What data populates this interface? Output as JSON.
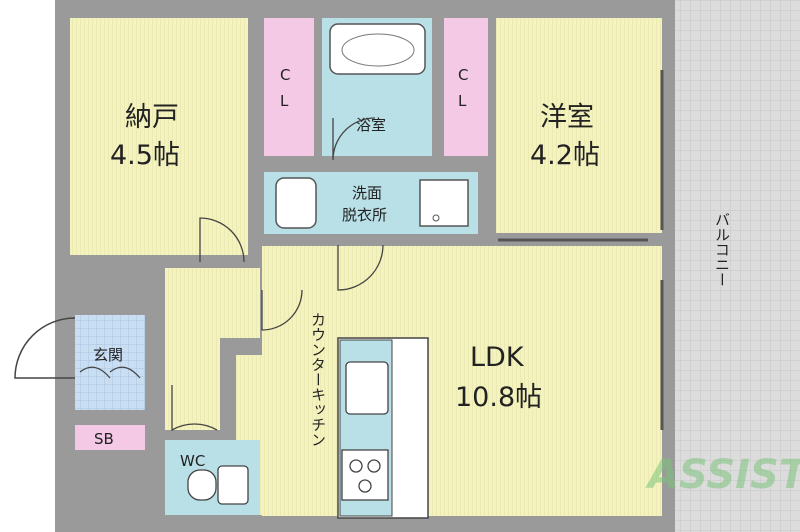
{
  "floorplan": {
    "rooms": {
      "storage": {
        "name": "納戸",
        "size": "4.5帖"
      },
      "western": {
        "name": "洋室",
        "size": "4.2帖"
      },
      "bath": {
        "name": "浴室"
      },
      "washroom": {
        "line1": "洗面",
        "line2": "脱衣所"
      },
      "ldk": {
        "name": "LDK",
        "size": "10.8帖"
      },
      "entrance": {
        "name": "玄関"
      },
      "shoebox": {
        "name": "SB"
      },
      "wc": {
        "name": "WC"
      },
      "closet_left": {
        "c": "C",
        "l": "L"
      },
      "closet_right": {
        "c": "C",
        "l": "L"
      }
    },
    "balcony": "バルコニー",
    "counter_kitchen": "カウンターキッチン",
    "watermark": "ASSIST",
    "colors": {
      "wall": "#9a9a9a",
      "room_floor": "#f4f3c0",
      "wet_area": "#b9dfe7",
      "closet": "#f3c9e6",
      "balcony": "#dcdcdc",
      "watermark": "#7cc47a"
    }
  }
}
